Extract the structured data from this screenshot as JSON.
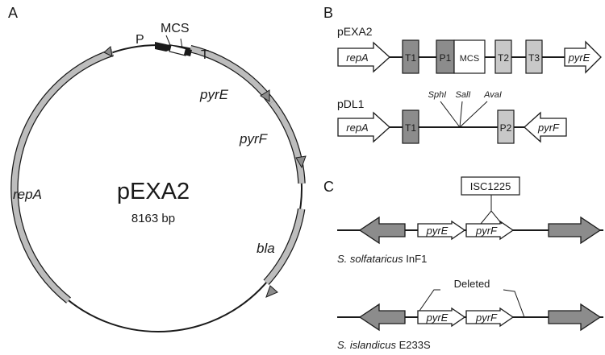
{
  "panel_a": {
    "letter": "A",
    "plasmid_name": "pEXA2",
    "plasmid_size": "8163 bp",
    "labels": {
      "p": "P",
      "mcs": "MCS",
      "t": "T",
      "pyrE": "pyrE",
      "pyrF": "pyrF",
      "repA": "repA",
      "bla": "bla"
    }
  },
  "panel_b": {
    "letter": "B",
    "construct1": {
      "name": "pEXA2",
      "elements": {
        "repA": "repA",
        "t1": "T1",
        "p1": "P1",
        "mcs": "MCS",
        "t2": "T2",
        "t3": "T3",
        "pyrE": "pyrE"
      }
    },
    "construct2": {
      "name": "pDL1",
      "sites": [
        "SphI",
        "SalI",
        "AvaI"
      ],
      "elements": {
        "repA": "repA",
        "t1": "T1",
        "p2": "P2",
        "pyrF": "pyrF"
      }
    }
  },
  "panel_c": {
    "letter": "C",
    "insertion_label": "ISC1225",
    "deleted_label": "Deleted",
    "strain1": {
      "genus": "S. solfataricus",
      "strain": "InF1",
      "pyrE": "pyrE",
      "pyrF": "pyrF"
    },
    "strain2": {
      "genus": "S. islandicus",
      "strain": "E233S",
      "pyrE": "pyrE",
      "pyrF": "pyrF"
    }
  },
  "colors": {
    "dark_gray": "#8c8c8c",
    "light_gray": "#c8c8c8",
    "arc_gray": "#bdbdbd",
    "line": "#1a1a1a"
  }
}
